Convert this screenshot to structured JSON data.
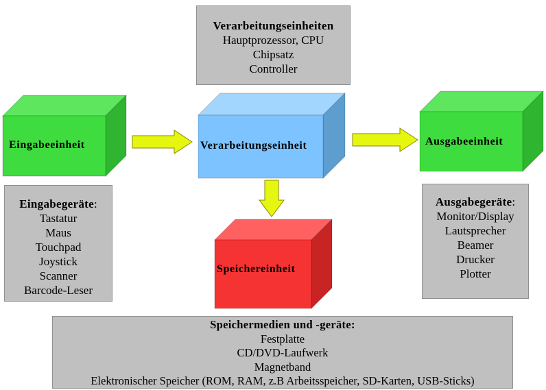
{
  "top_box": {
    "title": "Verarbeitungseinheiten",
    "items": [
      "Hauptprozessor, CPU",
      "Chipsatz",
      "Controller"
    ]
  },
  "cubes": {
    "input": {
      "label": "Eingabeeinheit",
      "front": "#3fdc3f",
      "top": "#5fe65f",
      "side": "#2fb52f"
    },
    "processing": {
      "label": "Verarbeitungseinheit",
      "front": "#7cc3ff",
      "top": "#a2d6ff",
      "side": "#5d9ecf"
    },
    "output": {
      "label": "Ausgabeeinheit",
      "front": "#3fdc3f",
      "top": "#5fe65f",
      "side": "#2fb52f"
    },
    "storage": {
      "label": "Speichereinheit",
      "front": "#f53333",
      "top": "#ff6161",
      "side": "#c92424"
    }
  },
  "input_devices": {
    "title": "Eingabegeräte",
    "title_suffix": ":",
    "items": [
      "Tastatur",
      "Maus",
      "Touchpad",
      "Joystick",
      "Scanner",
      "Barcode-Leser"
    ]
  },
  "output_devices": {
    "title": "Ausgabegeräte",
    "title_suffix": ":",
    "items": [
      "Monitor/Display",
      "Lautsprecher",
      "Beamer",
      "Drucker",
      "Plotter"
    ]
  },
  "storage_media": {
    "title": "Speichermedien und -geräte:",
    "items": [
      "Festplatte",
      "CD/DVD-Laufwerk",
      "Magnetband",
      "Elektronischer Speicher (ROM, RAM, z.B Arbeitsspeicher, SD-Karten, USB-Sticks)"
    ]
  },
  "arrow_color": "#e6f70f"
}
